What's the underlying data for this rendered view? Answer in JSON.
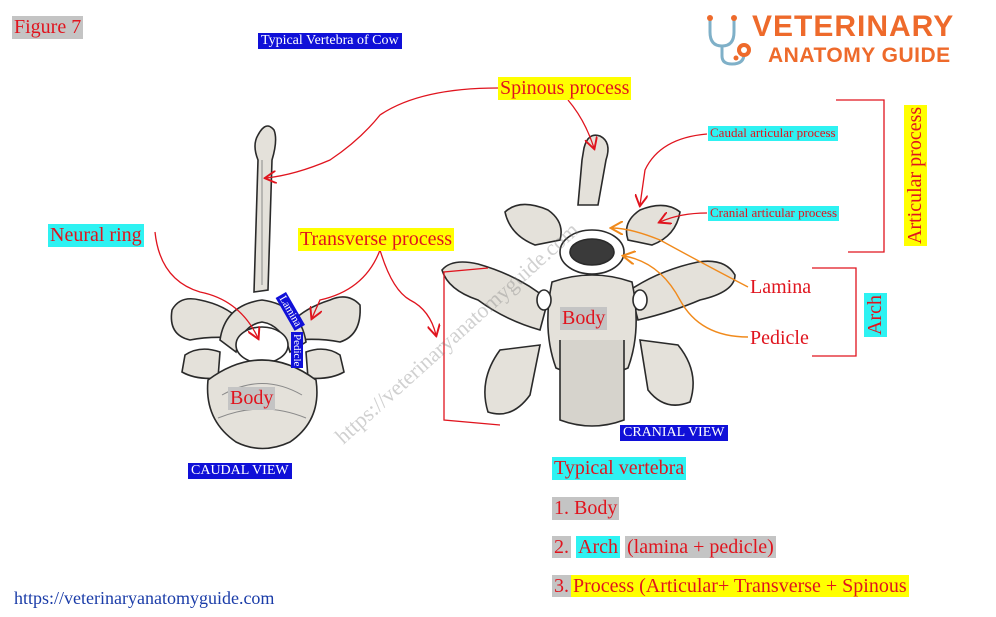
{
  "figure_label": "Figure 7",
  "title": "Typical Vertebra of Cow",
  "logo": {
    "line1": "VETERINARY",
    "line2": "ANATOMY GUIDE",
    "icon": "stethoscope-paw-icon",
    "color_line1": "#ee6a2b",
    "color_line2": "#ee6a2b"
  },
  "labels": {
    "spinous_process": "Spinous process",
    "neural_ring": "Neural ring",
    "transverse_process": "Transverse process",
    "lamina_small": "Lamina",
    "pedicle_small": "Pedicle",
    "body_left": "Body",
    "body_right": "Body",
    "caudal_articular_process": "Caudal articular process",
    "cranial_articular_process": "Cranial articular process",
    "articular_process": "Articular process",
    "lamina": "Lamina",
    "pedicle": "Pedicle",
    "arch": "Arch",
    "caudal_view": "CAUDAL VIEW",
    "cranial_view": "CRANIAL VIEW"
  },
  "summary": {
    "heading": "Typical vertebra",
    "item1": "1. Body",
    "item2_num": "2.",
    "item2_arch": "Arch",
    "item2_rest": "(lamina + pedicle)",
    "item3_num": "3.",
    "item3_text": "Process (Articular+ Transverse + Spinous"
  },
  "watermark": "https://veterinaryanatomyguide.com",
  "footer_url": "https://veterinaryanatomyguide.com",
  "colors": {
    "red": "#e0141e",
    "cyan_highlight": "#2ef2f2",
    "yellow_highlight": "#ffff00",
    "gray_highlight": "#c4c4c4",
    "blue_highlight": "#1010d8",
    "orange_arrow": "#f08a1c",
    "bone": "#d9d6cf"
  }
}
